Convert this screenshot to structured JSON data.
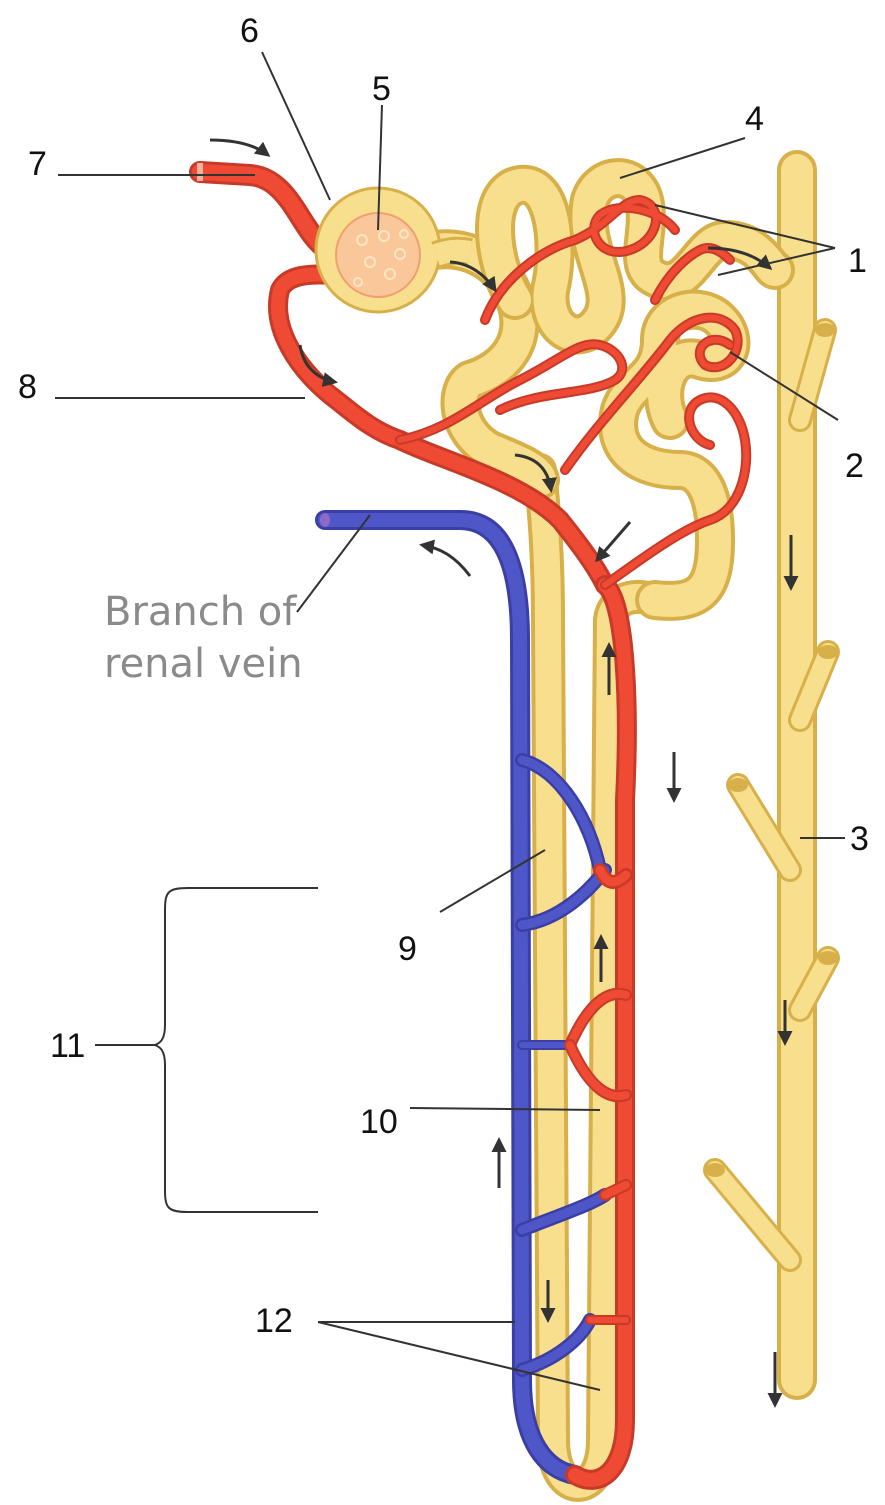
{
  "diagram": {
    "caption": {
      "line1": "Branch of",
      "line2": "renal vein"
    },
    "labels": [
      "1",
      "2",
      "3",
      "4",
      "5",
      "6",
      "7",
      "8",
      "9",
      "10",
      "11",
      "12"
    ],
    "colors": {
      "tubule": "#f8df8e",
      "tubule_edge": "#d8b04a",
      "arteriole": "#ef4a33",
      "vein": "#4f57c8",
      "label_text": "#111111",
      "caption_text": "#8a8a8a"
    }
  }
}
